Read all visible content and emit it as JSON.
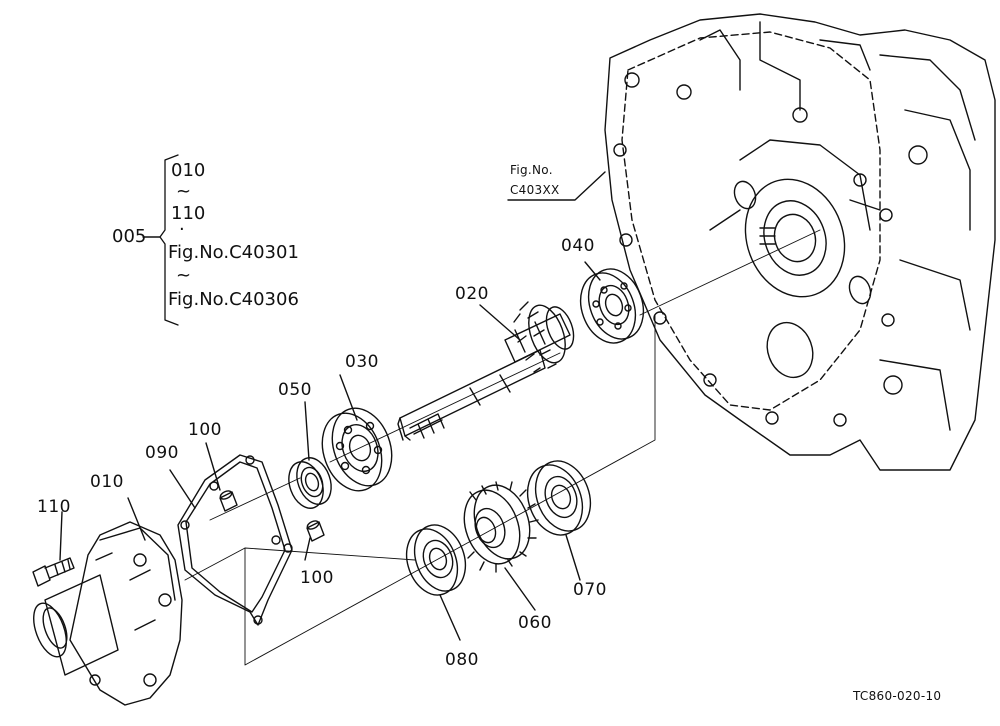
{
  "kit": {
    "main_ref": "005",
    "range_start": "010",
    "range_tilde": "~",
    "range_end": "110",
    "separator": "·",
    "fig_start": "Fig.No.C40301",
    "fig_tilde": "~",
    "fig_end": "Fig.No.C40306"
  },
  "reference": {
    "line1": "Fig.No.",
    "line2": "C403XX"
  },
  "parts": {
    "p010": "010",
    "p020": "020",
    "p030": "030",
    "p040": "040",
    "p050": "050",
    "p060": "060",
    "p070": "070",
    "p080": "080",
    "p090": "090",
    "p100a": "100",
    "p100b": "100",
    "p110": "110"
  },
  "footer": {
    "code": "TC860-020-10"
  }
}
